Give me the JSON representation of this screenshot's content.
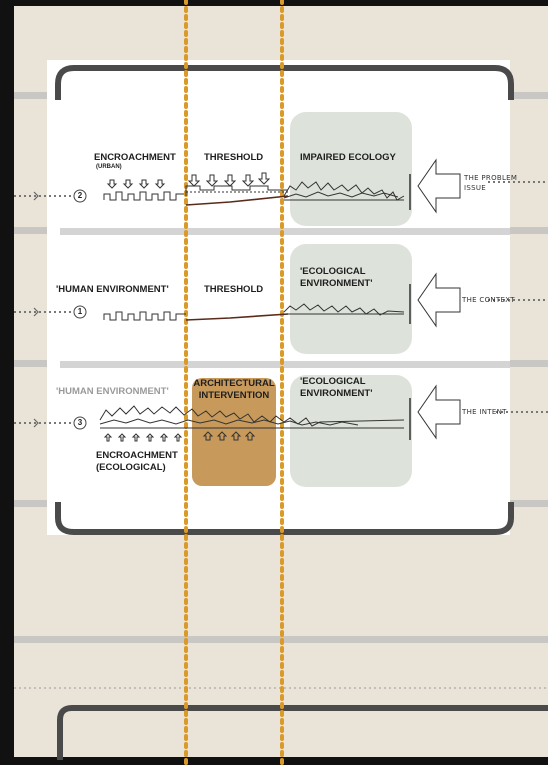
{
  "colors": {
    "background": "#e9e3d8",
    "panel": "#ffffff",
    "ecology_box": "#dde3da",
    "intervention_box": "#c79a5c",
    "dotted_guides": "#d99a2b",
    "frame": "#4a4a4a"
  },
  "rows": [
    {
      "number": "2",
      "left_label": "ENCROACHMENT",
      "left_sublabel": "(URBAN)",
      "middle_label": "THRESHOLD",
      "right_label": "IMPAIRED ECOLOGY",
      "arrow_note_line1": "THE PROBLEM",
      "arrow_note_line2": "ISSUE"
    },
    {
      "number": "1",
      "left_label": "'HUMAN ENVIRONMENT'",
      "middle_label": "THRESHOLD",
      "right_label_line1": "'ECOLOGICAL",
      "right_label_line2": "ENVIRONMENT'",
      "arrow_note": "THE CONTEXT"
    },
    {
      "number": "3",
      "left_label": "'HUMAN ENVIRONMENT'",
      "middle_label_line1": "ARCHITECTURAL",
      "middle_label_line2": "INTERVENTION",
      "right_label_line1": "'ECOLOGICAL",
      "right_label_line2": "ENVIRONMENT'",
      "bottom_label_line1": "ENCROACHMENT",
      "bottom_label_line2": "(ECOLOGICAL)",
      "arrow_note": "THE INTENT"
    }
  ]
}
